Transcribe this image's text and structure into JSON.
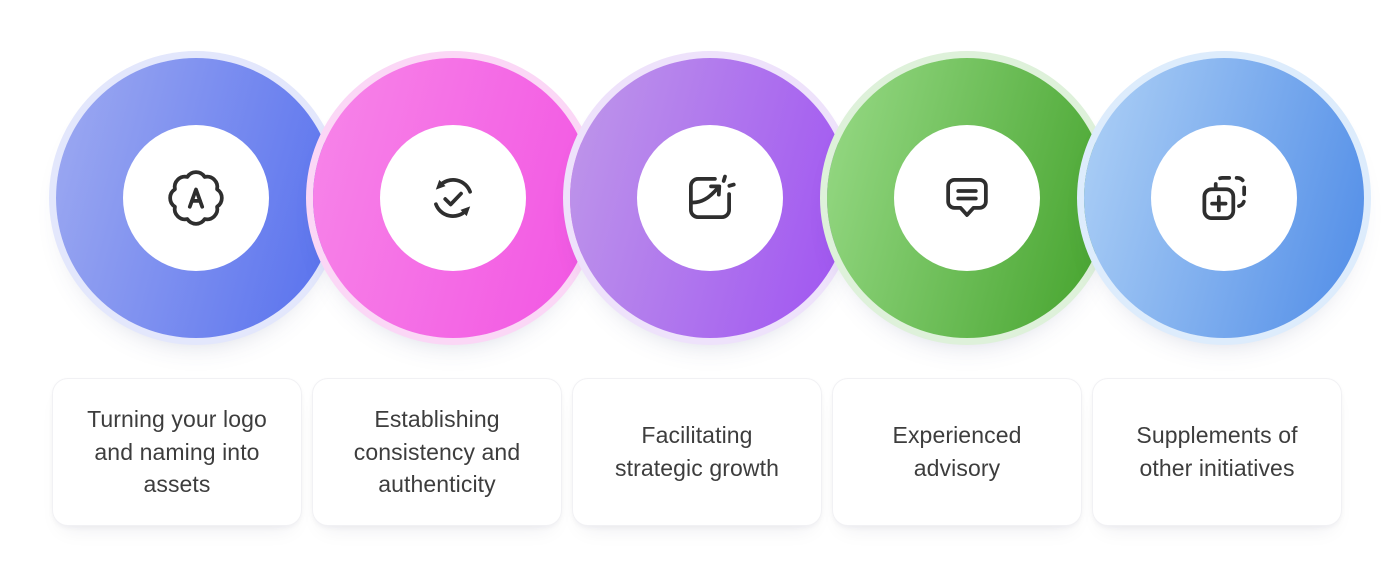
{
  "page": {
    "background": "#ffffff",
    "icon_stroke_color": "#2e2e2e"
  },
  "steps": [
    {
      "id": "logo-assets",
      "icon": "badge-letter-a-icon",
      "label": "Turning your logo and naming into assets",
      "colors": {
        "gradient_from": "#9aa7f1",
        "gradient_to": "#5a73ee",
        "halo": "#e3e7fc"
      }
    },
    {
      "id": "consistency-authenticity",
      "icon": "sync-check-icon",
      "label": "Establishing consistency and authenticity",
      "colors": {
        "gradient_from": "#f783e8",
        "gradient_to": "#f257e3",
        "halo": "#fbd7f6"
      }
    },
    {
      "id": "strategic-growth",
      "icon": "expand-growth-icon",
      "label": "Facilitating strategic growth",
      "colors": {
        "gradient_from": "#bd94ea",
        "gradient_to": "#a156f1",
        "halo": "#eee2fb"
      }
    },
    {
      "id": "experienced-advisory",
      "icon": "chat-bubble-icon",
      "label": "Experienced advisory",
      "colors": {
        "gradient_from": "#93d781",
        "gradient_to": "#48a530",
        "halo": "#def1da"
      }
    },
    {
      "id": "supplements-initiatives",
      "icon": "add-duplicate-icon",
      "label": "Supplements of other initiatives",
      "colors": {
        "gradient_from": "#a9cdf5",
        "gradient_to": "#5590e8",
        "halo": "#ddecfc"
      }
    }
  ]
}
